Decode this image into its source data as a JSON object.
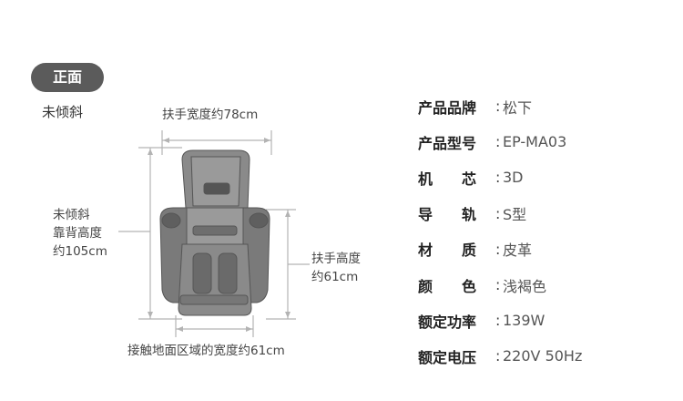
{
  "header": {
    "badge": "正面",
    "subtitle": "未倾斜"
  },
  "dimensions": {
    "armrest_width": "扶手宽度约78cm",
    "back_height_line1": "未倾斜",
    "back_height_line2": "靠背高度",
    "back_height_line3": "约105cm",
    "armrest_height_line1": "扶手高度",
    "armrest_height_line2": "约61cm",
    "floor_width": "接触地面区域的宽度约61cm"
  },
  "specs": [
    {
      "label": "产品品牌",
      "value": "松下"
    },
    {
      "label": "产品型号",
      "value": "EP-MA03"
    },
    {
      "label": "机　　芯",
      "value": "3D"
    },
    {
      "label": "导　　轨",
      "value": "S型"
    },
    {
      "label": "材　　质",
      "value": "皮革"
    },
    {
      "label": "颜　　色",
      "value": "浅褐色"
    },
    {
      "label": "额定功率",
      "value": "139W"
    },
    {
      "label": "额定电压",
      "value": "220V 50Hz"
    }
  ],
  "colors": {
    "badge_bg": "#5b5b5b",
    "chair_body": "#8a8a8a",
    "chair_dark": "#5f5f5f",
    "dimension_line": "#b3b3b3"
  }
}
